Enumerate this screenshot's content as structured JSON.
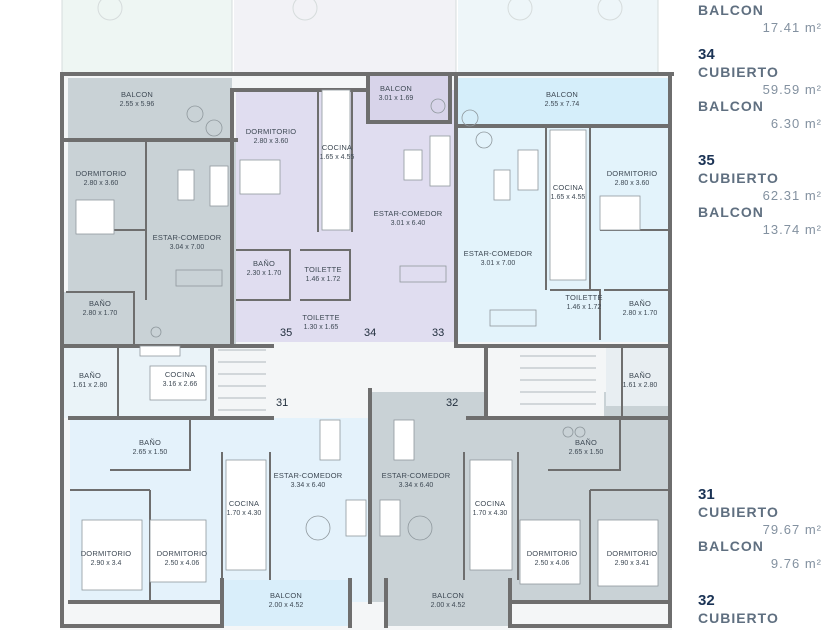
{
  "colors": {
    "wall": "#6e6e6e",
    "unit_31": "#e4f2fb",
    "unit_32": "#c9d2d6",
    "unit_33": "#d5eefa",
    "unit_34": "#e0ddf0",
    "unit_35": "#c9d2d6",
    "legend_unit": "#1b3355",
    "legend_label": "#5f6f80",
    "legend_value": "#8391a0"
  },
  "plan": {
    "rooms": {
      "balcon_35": {
        "name": "BALCON",
        "dims": "2.55 x 5.96"
      },
      "dorm_35": {
        "name": "DORMITORIO",
        "dims": "2.80 x 3.60"
      },
      "estar_35": {
        "name": "ESTAR-COMEDOR",
        "dims": "3.04 x 7.00"
      },
      "bano_35": {
        "name": "BAÑO",
        "dims": "2.80 x 1.70"
      },
      "dorm_34": {
        "name": "DORMITORIO",
        "dims": "2.80 x 3.60"
      },
      "cocina_34": {
        "name": "COCINA",
        "dims": "1.65 x 4.55"
      },
      "balcon_34": {
        "name": "BALCON",
        "dims": "3.01 x 1.69"
      },
      "estar_34": {
        "name": "ESTAR-COMEDOR",
        "dims": "3.01 x 6.40"
      },
      "bano_34": {
        "name": "BAÑO",
        "dims": "2.30 x 1.70"
      },
      "toilette_34": {
        "name": "TOILETTE",
        "dims": "1.46 x 1.72"
      },
      "toilette_35": {
        "name": "TOILETTE",
        "dims": "1.30 x 1.65"
      },
      "balcon_33": {
        "name": "BALCON",
        "dims": "2.55 x 7.74"
      },
      "cocina_33": {
        "name": "COCINA",
        "dims": "1.65 x 4.55"
      },
      "dorm_33": {
        "name": "DORMITORIO",
        "dims": "2.80 x 3.60"
      },
      "estar_33": {
        "name": "ESTAR-COMEDOR",
        "dims": "3.01 x 7.00"
      },
      "toilette_33": {
        "name": "TOILETTE",
        "dims": "1.46 x 1.72"
      },
      "bano_33": {
        "name": "BAÑO",
        "dims": "2.80 x 1.70"
      },
      "bano_31a": {
        "name": "BAÑO",
        "dims": "1.61 x 2.80"
      },
      "cocina_31a": {
        "name": "COCINA",
        "dims": "3.16 x 2.66"
      },
      "bano_31b": {
        "name": "BAÑO",
        "dims": "2.65 x 1.50"
      },
      "estar_31": {
        "name": "ESTAR-COMEDOR",
        "dims": "3.34 x 6.40"
      },
      "cocina_31": {
        "name": "COCINA",
        "dims": "1.70 x 4.30"
      },
      "dorm_31a": {
        "name": "DORMITORIO",
        "dims": "2.90 x 3.4"
      },
      "dorm_31b": {
        "name": "DORMITORIO",
        "dims": "2.50 x 4.06"
      },
      "balcon_31": {
        "name": "BALCON",
        "dims": "2.00 x 4.52"
      },
      "estar_32": {
        "name": "ESTAR-COMEDOR",
        "dims": "3.34 x 6.40"
      },
      "cocina_32": {
        "name": "COCINA",
        "dims": "1.70 x 4.30"
      },
      "bano_32a": {
        "name": "BAÑO",
        "dims": "1.61 x 2.80"
      },
      "bano_32b": {
        "name": "BAÑO",
        "dims": "2.65 x 1.50"
      },
      "dorm_32a": {
        "name": "DORMITORIO",
        "dims": "2.50 x 4.06"
      },
      "dorm_32b": {
        "name": "DORMITORIO",
        "dims": "2.90 x 3.41"
      },
      "balcon_32": {
        "name": "BALCON",
        "dims": "2.00 x 4.52"
      }
    },
    "unit_numbers": {
      "u35": "35",
      "u34": "34",
      "u33": "33",
      "u31": "31",
      "u32": "32"
    }
  },
  "legend": {
    "top": {
      "label": "BALCON",
      "value": "17.41",
      "unit": "m²"
    },
    "u34": {
      "unit": "34",
      "cubierto": "CUBIERTO",
      "cubierto_value": "59.59",
      "balcon": "BALCON",
      "balcon_value": "6.30",
      "m2": "m²"
    },
    "u35": {
      "unit": "35",
      "cubierto": "CUBIERTO",
      "cubierto_value": "62.31",
      "balcon": "BALCON",
      "balcon_value": "13.74",
      "m2": "m²"
    },
    "u31": {
      "unit": "31",
      "cubierto": "CUBIERTO",
      "cubierto_value": "79.67",
      "balcon": "BALCON",
      "balcon_value": "9.76",
      "m2": "m²"
    },
    "u32": {
      "unit": "32",
      "cubierto": "CUBIERTO"
    }
  }
}
